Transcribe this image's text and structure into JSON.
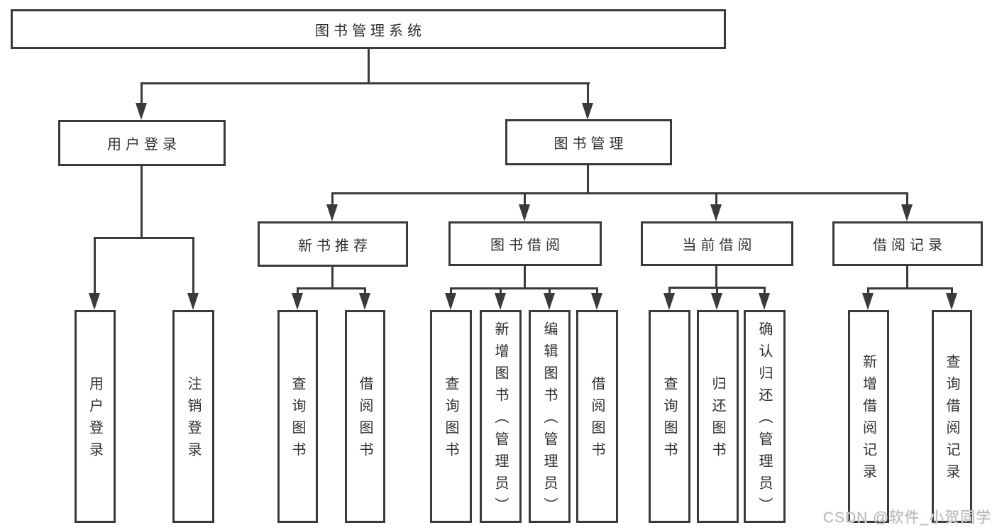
{
  "diagram_title": "图书管理系统",
  "tree": {
    "label": "图书管理系统",
    "children": [
      {
        "label": "用户登录",
        "children": [
          {
            "label": "用户登录"
          },
          {
            "label": "注销登录"
          }
        ]
      },
      {
        "label": "图书管理",
        "children": [
          {
            "label": "新书推荐",
            "children": [
              {
                "label": "查询图书"
              },
              {
                "label": "借阅图书"
              }
            ]
          },
          {
            "label": "图书借阅",
            "children": [
              {
                "label": "查询图书"
              },
              {
                "label": "新增图书（管理员）"
              },
              {
                "label": "编辑图书（管理员）"
              },
              {
                "label": "借阅图书"
              }
            ]
          },
          {
            "label": "当前借阅",
            "children": [
              {
                "label": "查询图书"
              },
              {
                "label": "归还图书"
              },
              {
                "label": "确认归还（管理员）"
              }
            ]
          },
          {
            "label": "借阅记录",
            "children": [
              {
                "label": "新增借阅记录"
              },
              {
                "label": "查询借阅记录"
              }
            ]
          }
        ]
      }
    ]
  },
  "watermark": "CSDN @软件_小贺同学",
  "colors": {
    "line": "#3a3a3a",
    "text": "#2e2e2e",
    "background": "#ffffff",
    "watermark": "#bfb8b8"
  }
}
